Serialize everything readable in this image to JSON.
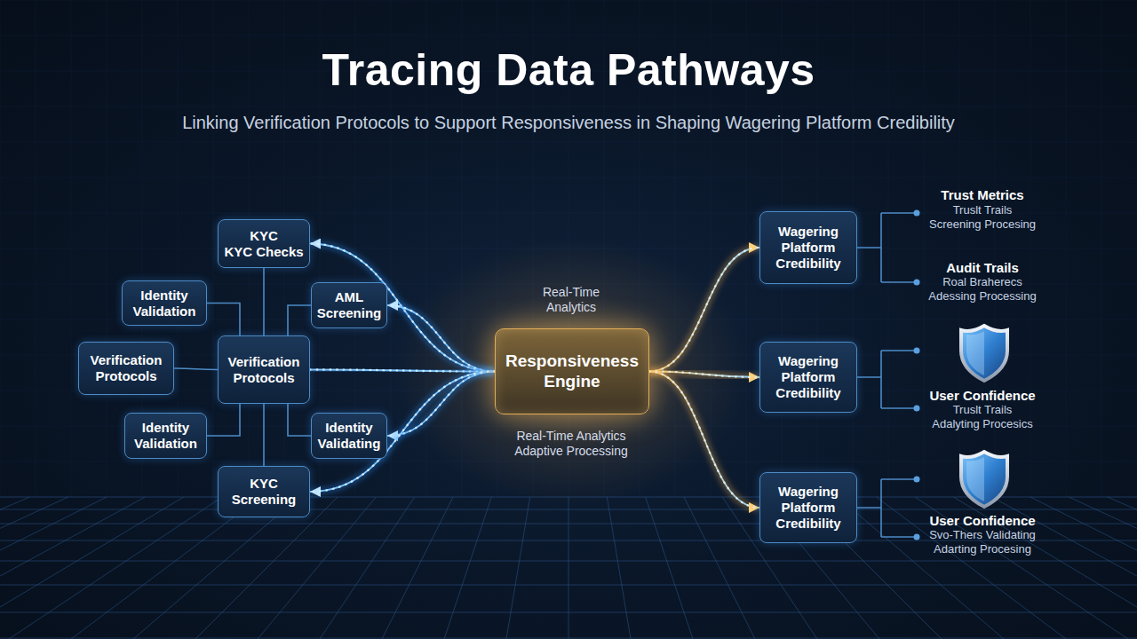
{
  "diagram": {
    "title": "Tracing Data Pathways",
    "caption": "Linking Verification Protocols to Support Responsiveness in Shaping Wagering Platform Credibility",
    "nodes": [
      {
        "text": [
          "KYC",
          "KYC Checks"
        ]
      },
      {
        "text": [
          "Identity Validation"
        ]
      },
      {
        "text": [
          "AML Screening"
        ]
      },
      {
        "text": [
          "Verification Protocols"
        ]
      },
      {
        "text": [
          "Verification Protocols"
        ]
      },
      {
        "text": [
          "Identity Validation"
        ]
      },
      {
        "text": [
          "Identity Validating"
        ]
      },
      {
        "text": [
          "KYC Screening"
        ]
      },
      {
        "text": [
          "Responsiveness Engine"
        ]
      },
      {
        "text": [
          "Wagering Platform Credibility"
        ]
      },
      {
        "text": [
          "Wagering Platform Credibility"
        ]
      },
      {
        "text": [
          "Wagering Platform Credibility"
        ]
      }
    ],
    "edges": [
      {
        "from": 4,
        "to": 0,
        "arrow": "none"
      },
      {
        "from": 4,
        "to": 1,
        "arrow": "none"
      },
      {
        "from": 4,
        "to": 2,
        "arrow": "none"
      },
      {
        "from": 3,
        "to": 4,
        "arrow": "none"
      },
      {
        "from": 4,
        "to": 5,
        "arrow": "none"
      },
      {
        "from": 4,
        "to": 6,
        "arrow": "none"
      },
      {
        "from": 4,
        "to": 7,
        "arrow": "none"
      },
      {
        "from": 8,
        "to": 0,
        "arrow": "to"
      },
      {
        "from": 8,
        "to": 2,
        "arrow": "to"
      },
      {
        "from": 4,
        "to": 8,
        "arrow": "none"
      },
      {
        "from": 8,
        "to": 6,
        "arrow": "to"
      },
      {
        "from": 8,
        "to": 7,
        "arrow": "to"
      },
      {
        "from": 8,
        "to": 9,
        "arrow": "to"
      },
      {
        "from": 8,
        "to": 10,
        "arrow": "to"
      },
      {
        "from": 8,
        "to": 11,
        "arrow": "to"
      }
    ],
    "labels": [
      "Real-Time Analytics",
      "Real-Time Analytics",
      "Adaptive Processing",
      "Trust Metrics",
      "Truslt Trails",
      "Screening Procesing",
      "Audit Trails",
      "Roal Braherecs",
      "Adessing Processing",
      "User Confidence",
      "Truslt Trails",
      "Adalyting Procesics",
      "User Confidence",
      "Svo-Thers Validating",
      "Adarting Procesing"
    ]
  }
}
